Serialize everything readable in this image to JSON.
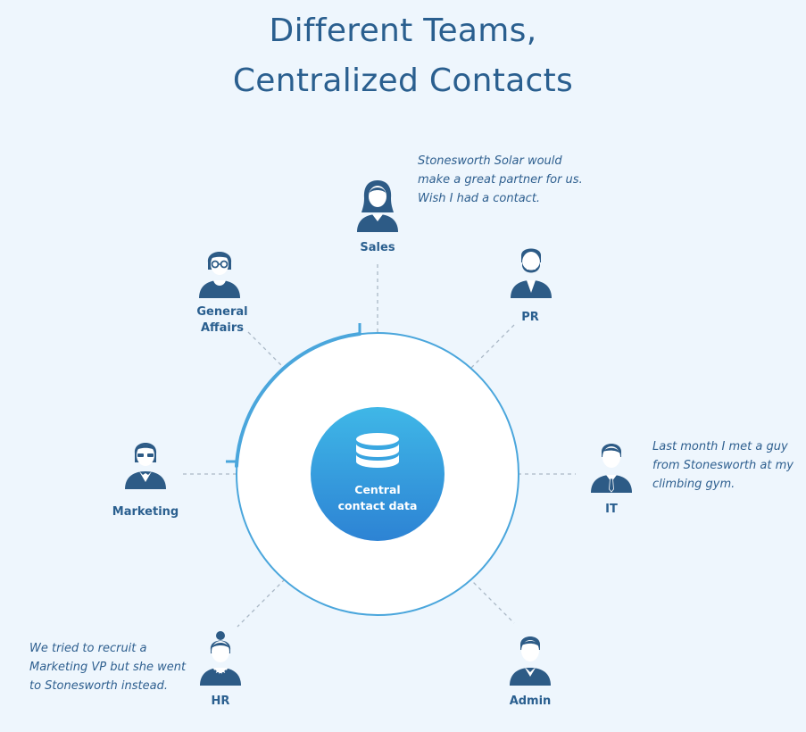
{
  "title": {
    "line1": "Different Teams,",
    "line2": "Centralized Contacts"
  },
  "center": {
    "line1": "Central",
    "line2": "contact data",
    "icon": "database-icon"
  },
  "teams": {
    "sales": "Sales",
    "pr": "PR",
    "general_affairs_1": "General",
    "general_affairs_2": "Affairs",
    "marketing": "Marketing",
    "it": "IT",
    "hr": "HR",
    "admin": "Admin"
  },
  "quotes": {
    "sales": [
      "Stonesworth Solar would",
      "make a great partner for us.",
      "Wish I had a contact."
    ],
    "it": [
      "Last month I met a guy",
      "from Stonesworth at my",
      "climbing gym."
    ],
    "hr": [
      "We tried to recruit a",
      "Marketing VP but she went",
      "to Stonesworth instead."
    ]
  },
  "colors": {
    "background": "#eef6fd",
    "primary": "#2a5f8f",
    "ring": "#4aa6dc",
    "center_gradient_top": "#3fb5e6",
    "center_gradient_bottom": "#2f86d6"
  }
}
